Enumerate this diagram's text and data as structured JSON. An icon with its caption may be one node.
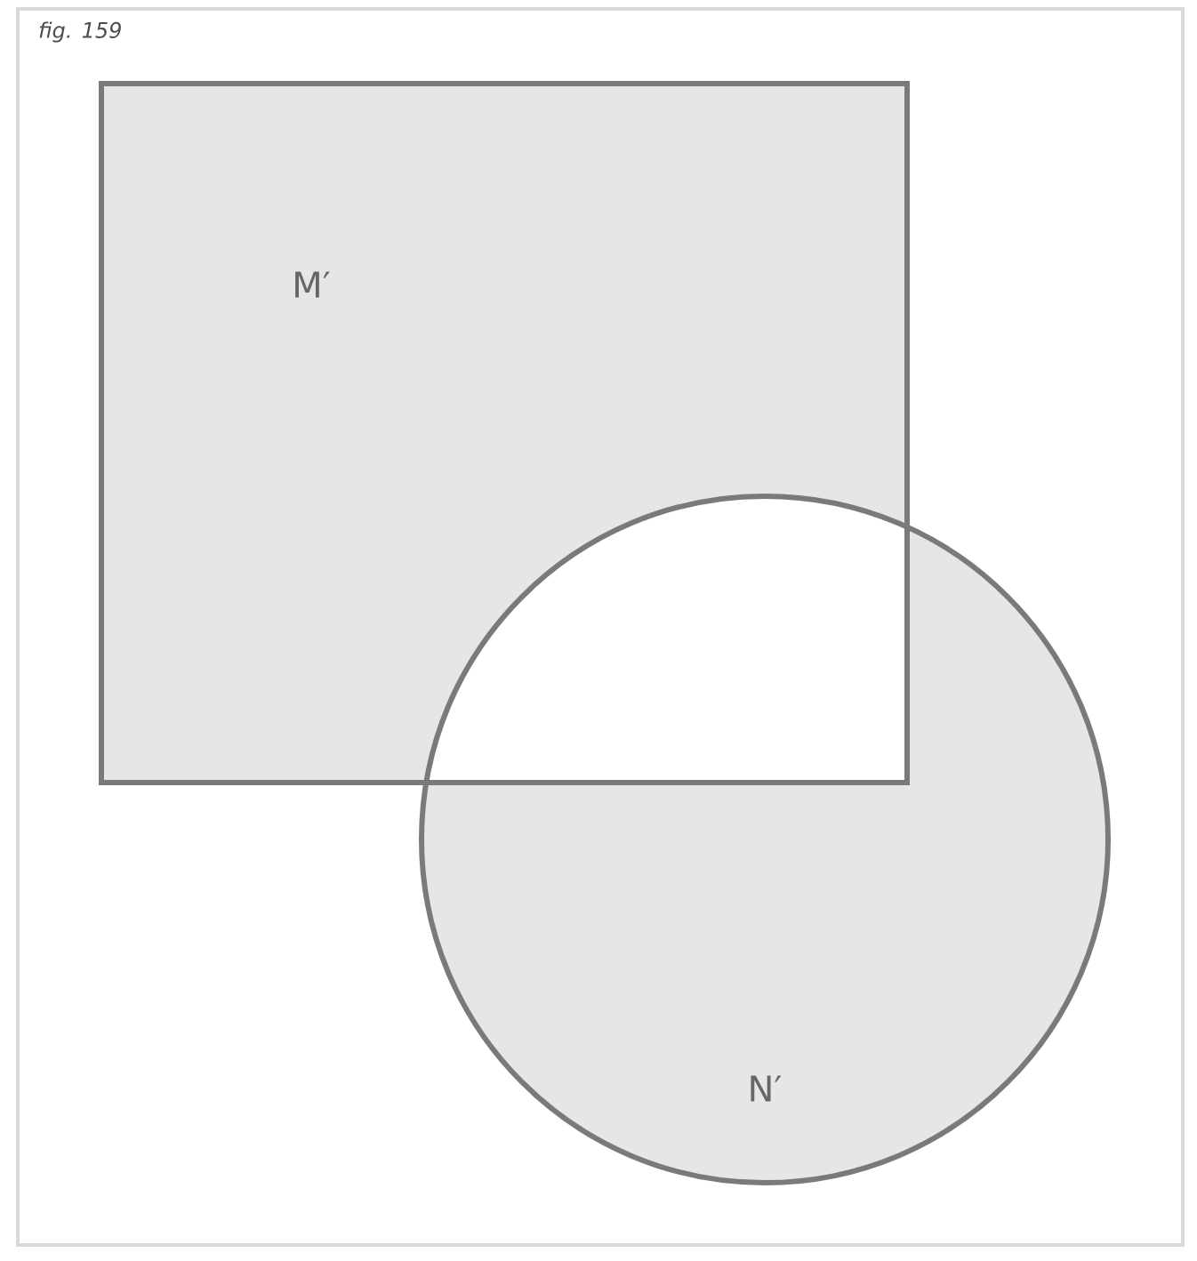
{
  "diagram": {
    "title": "fig. 159",
    "nodes": [
      {
        "text": [
          "M′"
        ]
      },
      {
        "text": [
          "N′"
        ]
      }
    ]
  }
}
